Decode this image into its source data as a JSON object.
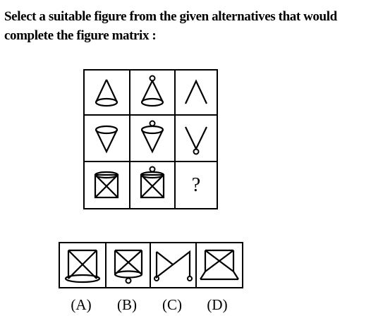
{
  "question": {
    "text": "Select a suitable figure from the given alternatives that would complete the figure matrix :"
  },
  "matrix": {
    "missing_mark": "?"
  },
  "options": [
    {
      "label": "(A)"
    },
    {
      "label": "(B)"
    },
    {
      "label": "(C)"
    },
    {
      "label": "(D)"
    }
  ]
}
